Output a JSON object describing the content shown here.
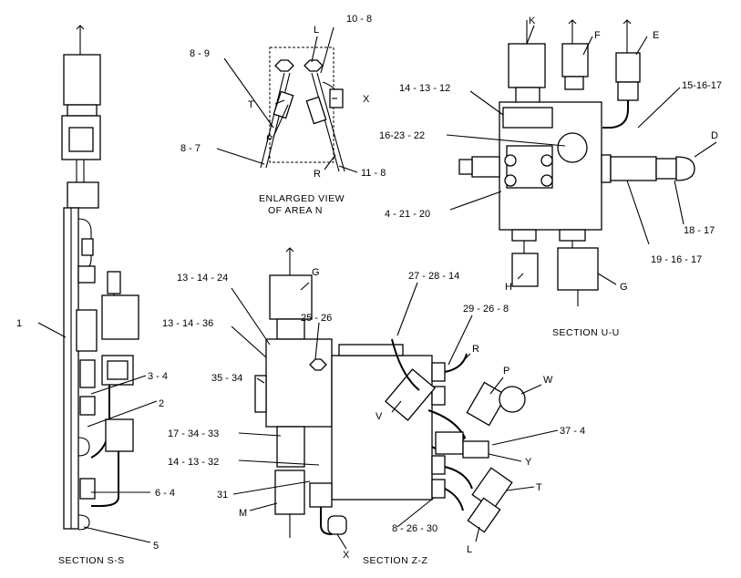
{
  "captions": {
    "section_ss": "SECTION  S-S",
    "section_zz": "SECTION  Z-Z",
    "section_uu": "SECTION  U-U",
    "enlarged_1": "ENLARGED VIEW",
    "enlarged_2": "OF AREA  N"
  },
  "callouts": {
    "c_8_9": "8 - 9",
    "c_8_7": "8 - 7",
    "c_T_n": "T",
    "c_P_n": "P",
    "c_L_n": "L",
    "c_10_8": "10 - 8",
    "c_X_n": "X",
    "c_R_n": "R",
    "c_11_8": "11 - 8",
    "c_K": "K",
    "c_F": "F",
    "c_E": "E",
    "c_14_13_12": "14 - 13 - 12",
    "c_15_16_17": "15-16-17",
    "c_16_23_22": "16-23  - 22",
    "c_D": "D",
    "c_4_21_20": "4 - 21 - 20",
    "c_18_17": "18 - 17",
    "c_19_16_17": "19 - 16 - 17",
    "c_H": "H",
    "c_G_u": "G",
    "c_1": "1",
    "c_3_4": "3 - 4",
    "c_2": "2",
    "c_6_4": "6 - 4",
    "c_5": "5",
    "c_13_14_24": "13 - 14 - 24",
    "c_G_z": "G",
    "c_27_28_14": "27 - 28 - 14",
    "c_13_14_36": "13 - 14 - 36",
    "c_25_26": "25 - 26",
    "c_29_26_8": "29 - 26 - 8",
    "c_R_z": "R",
    "c_P_z": "P",
    "c_W_z": "W",
    "c_35_34": "35 - 34",
    "c_V_z": "V",
    "c_37_4": "37 - 4",
    "c_17_34_33": "17 - 34 - 33",
    "c_Y_z": "Y",
    "c_14_13_32": "14 - 13 - 32",
    "c_T_z": "T",
    "c_31": "31",
    "c_M": "M",
    "c_8_26_30": "8 - 26 - 30",
    "c_L_z": "L",
    "c_X_z": "X"
  }
}
